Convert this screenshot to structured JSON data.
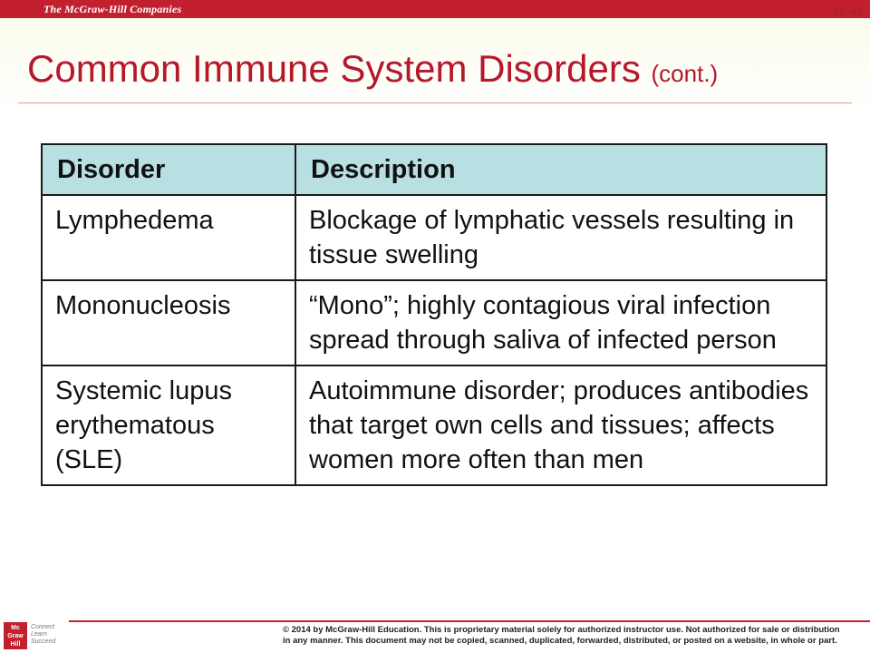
{
  "header": {
    "brand": "The McGraw-Hill Companies",
    "slide_number": "28-44"
  },
  "title": {
    "main": "Common Immune System Disorders",
    "suffix": "(cont.)"
  },
  "table": {
    "headers": [
      "Disorder",
      "Description"
    ],
    "rows": [
      {
        "disorder": "Lymphedema",
        "description": "Blockage of lymphatic vessels resulting in tissue swelling"
      },
      {
        "disorder": "Mononucleosis",
        "description": "“Mono”; highly contagious viral infection spread through saliva of infected person"
      },
      {
        "disorder": "Systemic lupus erythematous (SLE)",
        "description": "Autoimmune disorder; produces antibodies that target own cells and tissues; affects women more often than men"
      }
    ]
  },
  "footer": {
    "logo_text": "Mc Graw Hill",
    "connect_text": "Connect Learn Succeed",
    "copyright_line1": "© 2014 by McGraw-Hill Education.  This is proprietary material solely for authorized instructor use. Not authorized for sale or distribution",
    "copyright_line2": "in any manner.  This document may not be copied, scanned, duplicated, forwarded, distributed, or posted on a website, in whole or part."
  },
  "colors": {
    "brand_red": "#c3202f",
    "title_red": "#b5172b",
    "header_fill": "#b8e0e3"
  }
}
